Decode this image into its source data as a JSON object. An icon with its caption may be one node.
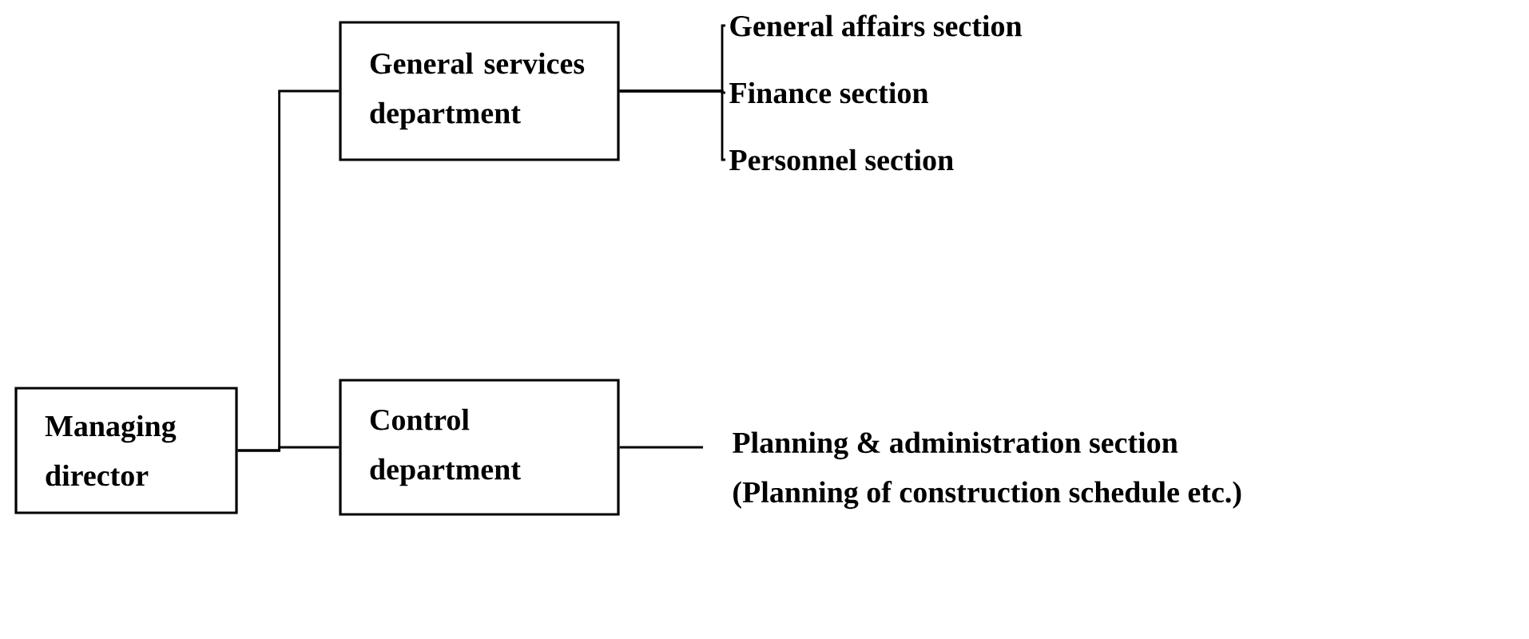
{
  "diagram": {
    "nodes": [
      {
        "text": [
          "Managing director"
        ]
      },
      {
        "text": [
          "General services department"
        ]
      },
      {
        "text": [
          "Control department"
        ]
      },
      {
        "text": [
          "General affairs section"
        ]
      },
      {
        "text": [
          "Finance section"
        ]
      },
      {
        "text": [
          "Personnel section"
        ]
      },
      {
        "text": [
          "Planning & administration section",
          "(Planning of construction schedule etc.)"
        ]
      }
    ],
    "edges": [
      {
        "from": 0,
        "to": 1,
        "arrow": "none"
      },
      {
        "from": 0,
        "to": 2,
        "arrow": "none"
      },
      {
        "from": 1,
        "to": 3,
        "arrow": "none"
      },
      {
        "from": 1,
        "to": 4,
        "arrow": "none"
      },
      {
        "from": 1,
        "to": 5,
        "arrow": "none"
      },
      {
        "from": 2,
        "to": 6,
        "arrow": "none"
      }
    ]
  }
}
